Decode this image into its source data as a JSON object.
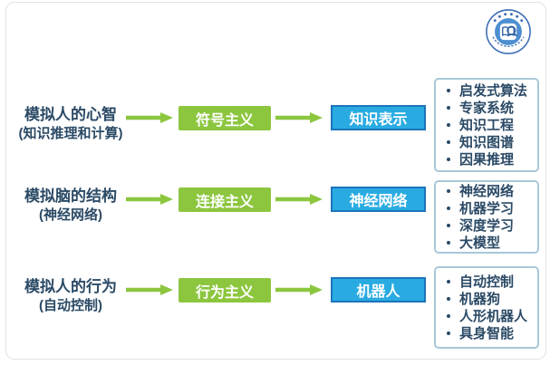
{
  "slide": {
    "background": "#ffffff",
    "border_color": "#dfe3e6"
  },
  "colors": {
    "paradigm_green": "#8cc63f",
    "output_blue_fill": "#29abe2",
    "output_blue_border": "#1b75bc",
    "text_navy": "#2b4a66",
    "list_border": "#a7c8d9",
    "logo_blue": "#3a6cb5"
  },
  "logo": {
    "icon": "institute-emblem-book-magnifier"
  },
  "rows": [
    {
      "label_line1": "模拟人的心智",
      "label_line2": "(知识推理和计算)",
      "paradigm": "符号主义",
      "output": "知识表示",
      "items": [
        "启发式算法",
        "专家系统",
        "知识工程",
        "知识图谱",
        "因果推理"
      ]
    },
    {
      "label_line1": "模拟脑的结构",
      "label_line2": "(神经网络)",
      "paradigm": "连接主义",
      "output": "神经网络",
      "items": [
        "神经网络",
        "机器学习",
        "深度学习",
        "大模型"
      ]
    },
    {
      "label_line1": "模拟人的行为",
      "label_line2": "(自动控制)",
      "paradigm": "行为主义",
      "output": "机器人",
      "items": [
        "自动控制",
        "机器狗",
        "人形机器人",
        "具身智能"
      ]
    }
  ]
}
